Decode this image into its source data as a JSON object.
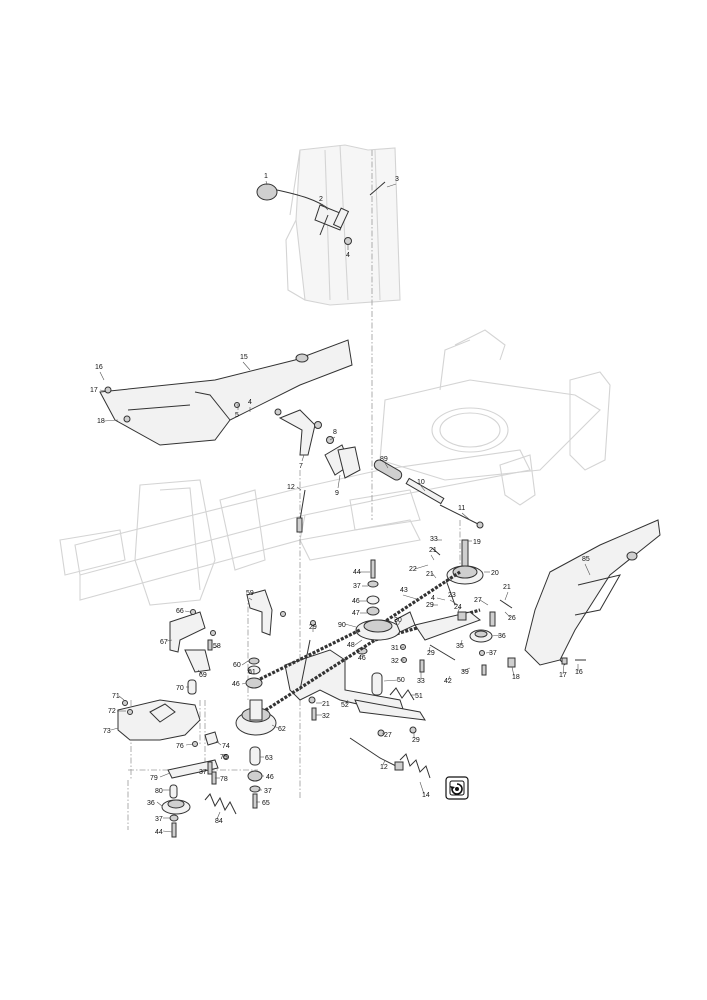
{
  "labels": [
    {
      "text": "1"
    },
    {
      "text": "2"
    },
    {
      "text": "3"
    },
    {
      "text": "4"
    },
    {
      "text": "15"
    },
    {
      "text": "16"
    },
    {
      "text": "17"
    },
    {
      "text": "18"
    },
    {
      "text": "4"
    },
    {
      "text": "5"
    },
    {
      "text": "7"
    },
    {
      "text": "8"
    },
    {
      "text": "9"
    },
    {
      "text": "89"
    },
    {
      "text": "10"
    },
    {
      "text": "11"
    },
    {
      "text": "12"
    },
    {
      "text": "33"
    },
    {
      "text": "19"
    },
    {
      "text": "21"
    },
    {
      "text": "22"
    },
    {
      "text": "21"
    },
    {
      "text": "20"
    },
    {
      "text": "44"
    },
    {
      "text": "37"
    },
    {
      "text": "43"
    },
    {
      "text": "46"
    },
    {
      "text": "47"
    },
    {
      "text": "4"
    },
    {
      "text": "23"
    },
    {
      "text": "29"
    },
    {
      "text": "24"
    },
    {
      "text": "27"
    },
    {
      "text": "21"
    },
    {
      "text": "26"
    },
    {
      "text": "85"
    },
    {
      "text": "59"
    },
    {
      "text": "66"
    },
    {
      "text": "67"
    },
    {
      "text": "58"
    },
    {
      "text": "69"
    },
    {
      "text": "29"
    },
    {
      "text": "90"
    },
    {
      "text": "30"
    },
    {
      "text": "48"
    },
    {
      "text": "46"
    },
    {
      "text": "31"
    },
    {
      "text": "29"
    },
    {
      "text": "35"
    },
    {
      "text": "36"
    },
    {
      "text": "37"
    },
    {
      "text": "32"
    },
    {
      "text": "33"
    },
    {
      "text": "42"
    },
    {
      "text": "39"
    },
    {
      "text": "18"
    },
    {
      "text": "17"
    },
    {
      "text": "16"
    },
    {
      "text": "60"
    },
    {
      "text": "61"
    },
    {
      "text": "46"
    },
    {
      "text": "70"
    },
    {
      "text": "50"
    },
    {
      "text": "51"
    },
    {
      "text": "71"
    },
    {
      "text": "72"
    },
    {
      "text": "73"
    },
    {
      "text": "21"
    },
    {
      "text": "32"
    },
    {
      "text": "52"
    },
    {
      "text": "62"
    },
    {
      "text": "27"
    },
    {
      "text": "29"
    },
    {
      "text": "76"
    },
    {
      "text": "74"
    },
    {
      "text": "75"
    },
    {
      "text": "63"
    },
    {
      "text": "12"
    },
    {
      "text": "79"
    },
    {
      "text": "37"
    },
    {
      "text": "78"
    },
    {
      "text": "46"
    },
    {
      "text": "80"
    },
    {
      "text": "37"
    },
    {
      "text": "65"
    },
    {
      "text": "36"
    },
    {
      "text": "14"
    },
    {
      "text": "84"
    },
    {
      "text": "37"
    },
    {
      "text": "44"
    }
  ],
  "badge": {
    "icon": "rotation-service-icon"
  },
  "colors": {
    "line": "#333333",
    "ghost": "#d4d4d4",
    "label": "#111111"
  }
}
